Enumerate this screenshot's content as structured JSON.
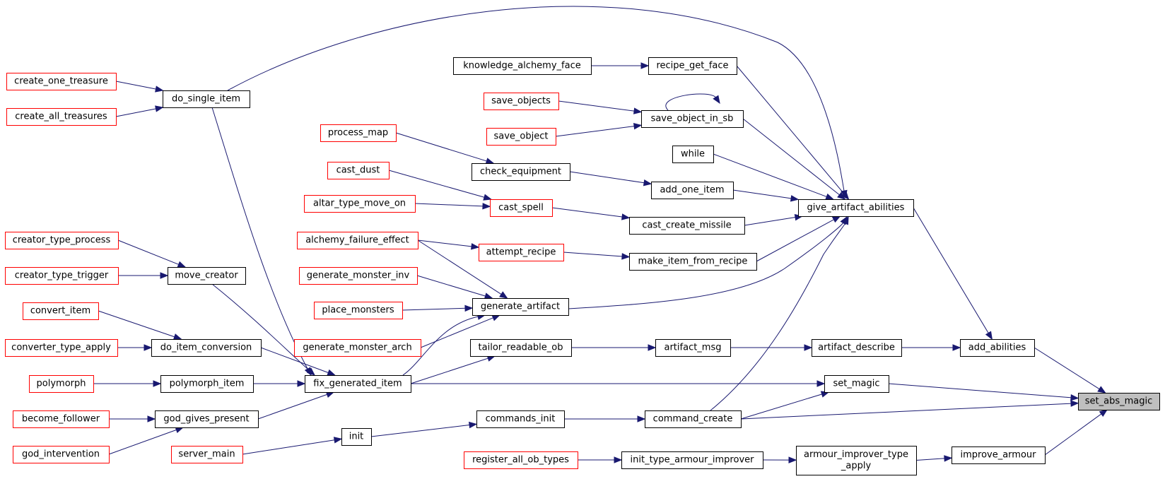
{
  "graph": {
    "colors": {
      "edge": "#191970",
      "caller_border": "#000000",
      "truncated_border": "#ff0000",
      "root_fill": "#bfbfbf"
    },
    "nodes": {
      "set_abs_magic": {
        "label": "set_abs_magic",
        "style": "root"
      },
      "add_abilities": {
        "label": "add_abilities",
        "style": "black"
      },
      "set_magic": {
        "label": "set_magic",
        "style": "black"
      },
      "command_create": {
        "label": "command_create",
        "style": "black"
      },
      "improve_armour": {
        "label": "improve_armour",
        "style": "black"
      },
      "give_artifact_abilities": {
        "label": "give_artifact_abilities",
        "style": "black"
      },
      "artifact_describe": {
        "label": "artifact_describe",
        "style": "black"
      },
      "armour_improver_type_apply": {
        "label": [
          "armour_improver_type",
          "_apply"
        ],
        "style": "black"
      },
      "recipe_get_face": {
        "label": "recipe_get_face",
        "style": "black"
      },
      "save_object_in_sb": {
        "label": "save_object_in_sb",
        "style": "black"
      },
      "while": {
        "label": "while",
        "style": "black"
      },
      "add_one_item": {
        "label": "add_one_item",
        "style": "black"
      },
      "cast_create_missile": {
        "label": "cast_create_missile",
        "style": "black"
      },
      "make_item_from_recipe": {
        "label": "make_item_from_recipe",
        "style": "black"
      },
      "generate_artifact": {
        "label": "generate_artifact",
        "style": "black"
      },
      "artifact_msg": {
        "label": "artifact_msg",
        "style": "black"
      },
      "fix_generated_item": {
        "label": "fix_generated_item",
        "style": "black"
      },
      "commands_init": {
        "label": "commands_init",
        "style": "black"
      },
      "init_type_armour_improver": {
        "label": "init_type_armour_improver",
        "style": "black"
      },
      "knowledge_alchemy_face": {
        "label": "knowledge_alchemy_face",
        "style": "black"
      },
      "save_objects": {
        "label": "save_objects",
        "style": "red"
      },
      "save_object": {
        "label": "save_object",
        "style": "red"
      },
      "check_equipment": {
        "label": "check_equipment",
        "style": "black"
      },
      "cast_spell": {
        "label": "cast_spell",
        "style": "red"
      },
      "attempt_recipe": {
        "label": "attempt_recipe",
        "style": "red"
      },
      "tailor_readable_ob": {
        "label": "tailor_readable_ob",
        "style": "black"
      },
      "init": {
        "label": "init",
        "style": "black"
      },
      "register_all_ob_types": {
        "label": "register_all_ob_types",
        "style": "red"
      },
      "process_map": {
        "label": "process_map",
        "style": "red"
      },
      "cast_dust": {
        "label": "cast_dust",
        "style": "red"
      },
      "altar_type_move_on": {
        "label": "altar_type_move_on",
        "style": "red"
      },
      "alchemy_failure_effect": {
        "label": "alchemy_failure_effect",
        "style": "red"
      },
      "generate_monster_inv": {
        "label": "generate_monster_inv",
        "style": "red"
      },
      "place_monsters": {
        "label": "place_monsters",
        "style": "red"
      },
      "generate_monster_arch": {
        "label": "generate_monster_arch",
        "style": "red"
      },
      "do_single_item": {
        "label": "do_single_item",
        "style": "black"
      },
      "move_creator": {
        "label": "move_creator",
        "style": "black"
      },
      "do_item_conversion": {
        "label": "do_item_conversion",
        "style": "black"
      },
      "polymorph_item": {
        "label": "polymorph_item",
        "style": "black"
      },
      "god_gives_present": {
        "label": "god_gives_present",
        "style": "black"
      },
      "server_main": {
        "label": "server_main",
        "style": "red"
      },
      "create_one_treasure": {
        "label": "create_one_treasure",
        "style": "red"
      },
      "create_all_treasures": {
        "label": "create_all_treasures",
        "style": "red"
      },
      "creator_type_process": {
        "label": "creator_type_process",
        "style": "red"
      },
      "creator_type_trigger": {
        "label": "creator_type_trigger",
        "style": "red"
      },
      "convert_item": {
        "label": "convert_item",
        "style": "red"
      },
      "converter_type_apply": {
        "label": "converter_type_apply",
        "style": "red"
      },
      "polymorph": {
        "label": "polymorph",
        "style": "red"
      },
      "become_follower": {
        "label": "become_follower",
        "style": "red"
      },
      "god_intervention": {
        "label": "god_intervention",
        "style": "red"
      }
    },
    "edges": [
      [
        "add_abilities",
        "set_abs_magic"
      ],
      [
        "set_magic",
        "set_abs_magic"
      ],
      [
        "command_create",
        "set_abs_magic"
      ],
      [
        "improve_armour",
        "set_abs_magic"
      ],
      [
        "give_artifact_abilities",
        "add_abilities"
      ],
      [
        "artifact_describe",
        "add_abilities"
      ],
      [
        "fix_generated_item",
        "set_magic"
      ],
      [
        "command_create",
        "set_magic"
      ],
      [
        "commands_init",
        "command_create"
      ],
      [
        "armour_improver_type_apply",
        "improve_armour"
      ],
      [
        "do_single_item",
        "give_artifact_abilities"
      ],
      [
        "recipe_get_face",
        "give_artifact_abilities"
      ],
      [
        "save_object_in_sb",
        "give_artifact_abilities"
      ],
      [
        "while",
        "give_artifact_abilities"
      ],
      [
        "add_one_item",
        "give_artifact_abilities"
      ],
      [
        "cast_create_missile",
        "give_artifact_abilities"
      ],
      [
        "make_item_from_recipe",
        "give_artifact_abilities"
      ],
      [
        "generate_artifact",
        "give_artifact_abilities"
      ],
      [
        "command_create",
        "give_artifact_abilities"
      ],
      [
        "artifact_msg",
        "artifact_describe"
      ],
      [
        "init_type_armour_improver",
        "armour_improver_type_apply"
      ],
      [
        "knowledge_alchemy_face",
        "recipe_get_face"
      ],
      [
        "save_objects",
        "save_object_in_sb"
      ],
      [
        "save_object",
        "save_object_in_sb"
      ],
      [
        "save_object_in_sb",
        "save_object_in_sb"
      ],
      [
        "check_equipment",
        "add_one_item"
      ],
      [
        "cast_spell",
        "cast_create_missile"
      ],
      [
        "attempt_recipe",
        "make_item_from_recipe"
      ],
      [
        "alchemy_failure_effect",
        "generate_artifact"
      ],
      [
        "generate_monster_inv",
        "generate_artifact"
      ],
      [
        "place_monsters",
        "generate_artifact"
      ],
      [
        "generate_monster_arch",
        "generate_artifact"
      ],
      [
        "fix_generated_item",
        "generate_artifact"
      ],
      [
        "tailor_readable_ob",
        "artifact_msg"
      ],
      [
        "init",
        "commands_init"
      ],
      [
        "register_all_ob_types",
        "init_type_armour_improver"
      ],
      [
        "process_map",
        "check_equipment"
      ],
      [
        "cast_dust",
        "cast_spell"
      ],
      [
        "altar_type_move_on",
        "cast_spell"
      ],
      [
        "alchemy_failure_effect",
        "attempt_recipe"
      ],
      [
        "fix_generated_item",
        "tailor_readable_ob"
      ],
      [
        "server_main",
        "init"
      ],
      [
        "do_single_item",
        "fix_generated_item"
      ],
      [
        "move_creator",
        "fix_generated_item"
      ],
      [
        "do_item_conversion",
        "fix_generated_item"
      ],
      [
        "polymorph_item",
        "fix_generated_item"
      ],
      [
        "god_gives_present",
        "fix_generated_item"
      ],
      [
        "create_one_treasure",
        "do_single_item"
      ],
      [
        "create_all_treasures",
        "do_single_item"
      ],
      [
        "creator_type_process",
        "move_creator"
      ],
      [
        "creator_type_trigger",
        "move_creator"
      ],
      [
        "convert_item",
        "do_item_conversion"
      ],
      [
        "converter_type_apply",
        "do_item_conversion"
      ],
      [
        "polymorph",
        "polymorph_item"
      ],
      [
        "become_follower",
        "god_gives_present"
      ],
      [
        "god_intervention",
        "god_gives_present"
      ]
    ]
  }
}
